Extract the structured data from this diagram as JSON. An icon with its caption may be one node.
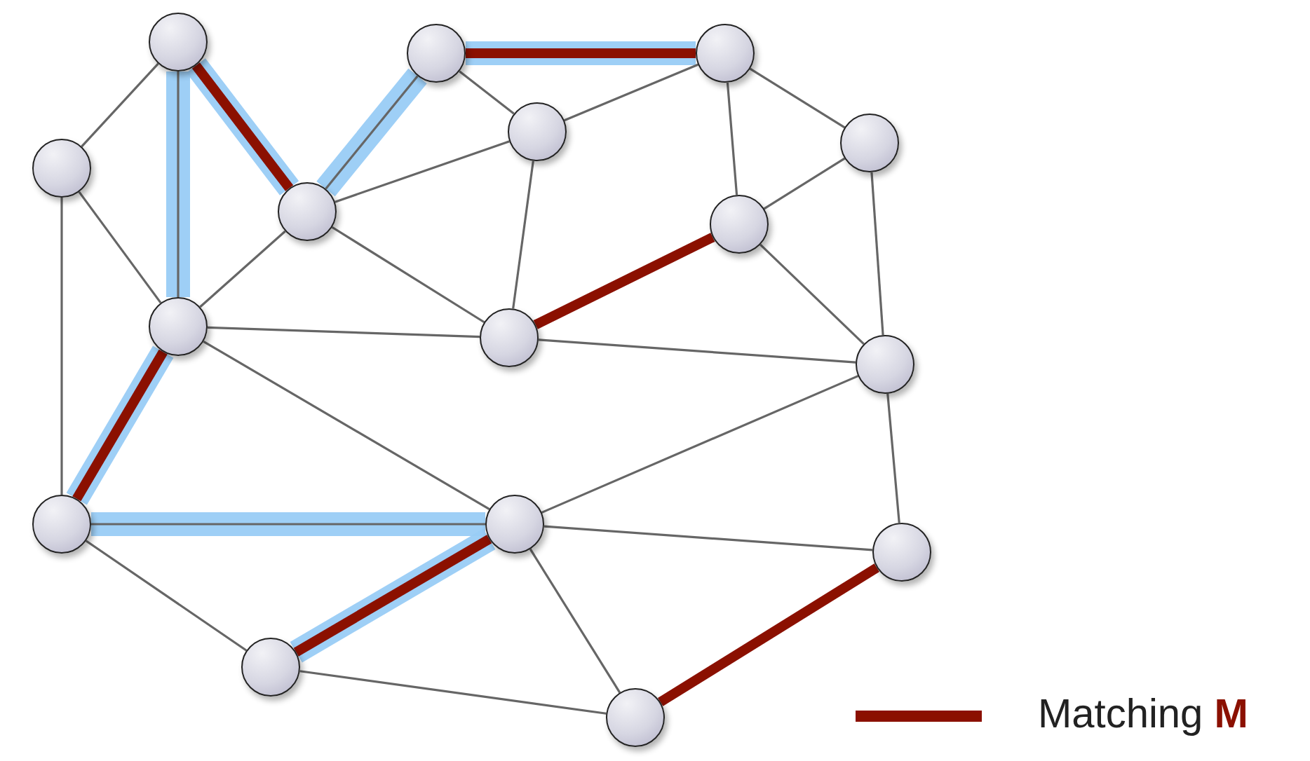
{
  "diagram": {
    "nodes": [
      {
        "text": [],
        "shape": "circle"
      },
      {
        "text": [],
        "shape": "circle"
      },
      {
        "text": [],
        "shape": "circle"
      },
      {
        "text": [],
        "shape": "circle"
      },
      {
        "text": [],
        "shape": "circle"
      },
      {
        "text": [],
        "shape": "circle"
      },
      {
        "text": [],
        "shape": "circle"
      },
      {
        "text": [],
        "shape": "circle"
      },
      {
        "text": [],
        "shape": "circle"
      },
      {
        "text": [],
        "shape": "circle"
      },
      {
        "text": [],
        "shape": "circle"
      },
      {
        "text": [],
        "shape": "circle"
      },
      {
        "text": [],
        "shape": "circle"
      },
      {
        "text": [],
        "shape": "circle"
      },
      {
        "text": [],
        "shape": "circle"
      },
      {
        "text": [],
        "shape": "circle"
      }
    ],
    "edges": [
      {
        "from": 0,
        "to": 4,
        "arrow": "none"
      },
      {
        "from": 0,
        "to": 8,
        "arrow": "none"
      },
      {
        "from": 1,
        "to": 6,
        "arrow": "none"
      },
      {
        "from": 1,
        "to": 3,
        "arrow": "none"
      },
      {
        "from": 2,
        "to": 3,
        "arrow": "none"
      },
      {
        "from": 2,
        "to": 7,
        "arrow": "none"
      },
      {
        "from": 2,
        "to": 5,
        "arrow": "none"
      },
      {
        "from": 5,
        "to": 7,
        "arrow": "none"
      },
      {
        "from": 5,
        "to": 10,
        "arrow": "none"
      },
      {
        "from": 3,
        "to": 6,
        "arrow": "none"
      },
      {
        "from": 3,
        "to": 9,
        "arrow": "none"
      },
      {
        "from": 6,
        "to": 8,
        "arrow": "none"
      },
      {
        "from": 6,
        "to": 9,
        "arrow": "none"
      },
      {
        "from": 7,
        "to": 10,
        "arrow": "none"
      },
      {
        "from": 4,
        "to": 8,
        "arrow": "none"
      },
      {
        "from": 4,
        "to": 11,
        "arrow": "none"
      },
      {
        "from": 8,
        "to": 9,
        "arrow": "none"
      },
      {
        "from": 8,
        "to": 12,
        "arrow": "none"
      },
      {
        "from": 9,
        "to": 10,
        "arrow": "none"
      },
      {
        "from": 11,
        "to": 12,
        "arrow": "none"
      },
      {
        "from": 11,
        "to": 14,
        "arrow": "none"
      },
      {
        "from": 12,
        "to": 10,
        "arrow": "none"
      },
      {
        "from": 12,
        "to": 13,
        "arrow": "none"
      },
      {
        "from": 12,
        "to": 15,
        "arrow": "none"
      },
      {
        "from": 10,
        "to": 13,
        "arrow": "none"
      },
      {
        "from": 14,
        "to": 15,
        "arrow": "none"
      },
      {
        "from": 0,
        "to": 6,
        "arrow": "none",
        "style": "thick",
        "color": "#8b1000"
      },
      {
        "from": 1,
        "to": 2,
        "arrow": "none",
        "style": "thick",
        "color": "#8b1000"
      },
      {
        "from": 7,
        "to": 9,
        "arrow": "none",
        "style": "thick",
        "color": "#8b1000"
      },
      {
        "from": 8,
        "to": 11,
        "arrow": "none",
        "style": "thick",
        "color": "#8b1000"
      },
      {
        "from": 12,
        "to": 14,
        "arrow": "none",
        "style": "thick",
        "color": "#8b1000"
      },
      {
        "from": 13,
        "to": 15,
        "arrow": "none",
        "style": "thick",
        "color": "#8b1000"
      },
      {
        "from": 0,
        "to": 8,
        "arrow": "none",
        "style": "thick",
        "color": "#99ccf5"
      },
      {
        "from": 0,
        "to": 6,
        "arrow": "none",
        "style": "thick",
        "color": "#99ccf5"
      },
      {
        "from": 6,
        "to": 1,
        "arrow": "none",
        "style": "thick",
        "color": "#99ccf5"
      },
      {
        "from": 1,
        "to": 2,
        "arrow": "none",
        "style": "thick",
        "color": "#99ccf5"
      },
      {
        "from": 8,
        "to": 11,
        "arrow": "none",
        "style": "thick",
        "color": "#99ccf5"
      },
      {
        "from": 11,
        "to": 12,
        "arrow": "none",
        "style": "thick",
        "color": "#99ccf5"
      },
      {
        "from": 12,
        "to": 14,
        "arrow": "none",
        "style": "thick",
        "color": "#99ccf5"
      }
    ],
    "legend": [
      {
        "text": "Matching **M**",
        "color": "#8b1000"
      }
    ]
  }
}
